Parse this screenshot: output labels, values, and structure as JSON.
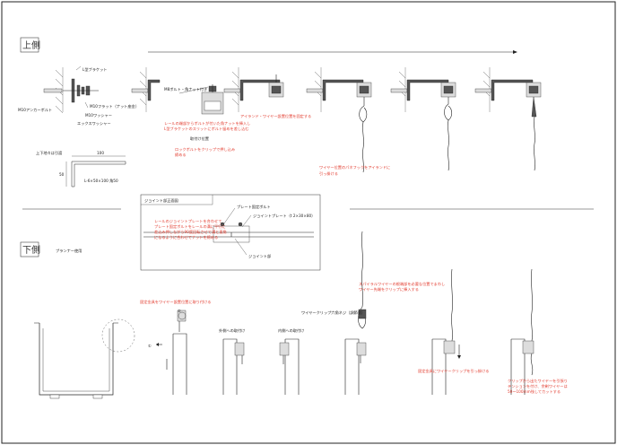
{
  "titles": {
    "upper": "上側",
    "lower": "下側",
    "lower_sub": "プランナー使用"
  },
  "upper": {
    "labels": {
      "l_bracket": "L型ブラケット",
      "anchor_bolt": "M10アンカーボルト",
      "m10_flat_nut": "M10フラット（ナット座金）",
      "m10_washer": "M10ワッシャー",
      "ex_washer": "エックスワッシャー",
      "m8_bolt": "M8ボルト・角ナット付き",
      "rail_note_1": "レールの端部からボルトが付いた角ナットを挿入し",
      "rail_note_2": "L型ブラケットのスリットにボルト留めを差し込む",
      "hook_note": "取付け位置",
      "hook_note_2": "ロックボルトをクリップで押し込み",
      "hook_note_3": "締める",
      "adjuster_note": "アイランド・ワイヤー設置位置を固定する",
      "wire_note_1": "ワイヤー位置のパネフックをアイランドに",
      "wire_note_2": "引っ掛ける"
    },
    "diagram_label": "上下地々は引渡",
    "dims": {
      "w": "100",
      "h": "50",
      "spec": "L-6×50×100 角50"
    }
  },
  "joint": {
    "title": "ジョイント部正面図",
    "red_1": "レールのジョイントプレートを合わせて",
    "red_2": "プレート固定ボルトをレールの溝に平行に",
    "red_3": "差込み押しながら90度回転させて溝と直角",
    "red_4": "になるように合わせてナットを締める",
    "label_plate": "プレート固定ボルト",
    "label_joint": "ジョイントプレート（t 2×30×80）",
    "label_rail": "ジョイント部"
  },
  "lower": {
    "rail_caption": "固定金具をワイヤー設置位置に取り付ける",
    "step_1": "①",
    "step_2": "②",
    "outside": "外側への取付け",
    "inside": "内側への取付け",
    "spiral_1": "スパイラルワイヤーの根端部を必要な位置でまわし",
    "spiral_2": "ワイヤー先端をクリップに挿入する",
    "clip_label": "ワイヤークリップ六角ネジ（調節量）",
    "fix_note": "固定金具にワイヤークリップを引っ掛ける",
    "end_1": "クリップから出たワイヤーを引張り",
    "end_2": "テンションを付け、余剰ワイヤーは",
    "end_3": "50〜100mm残してカットする"
  }
}
